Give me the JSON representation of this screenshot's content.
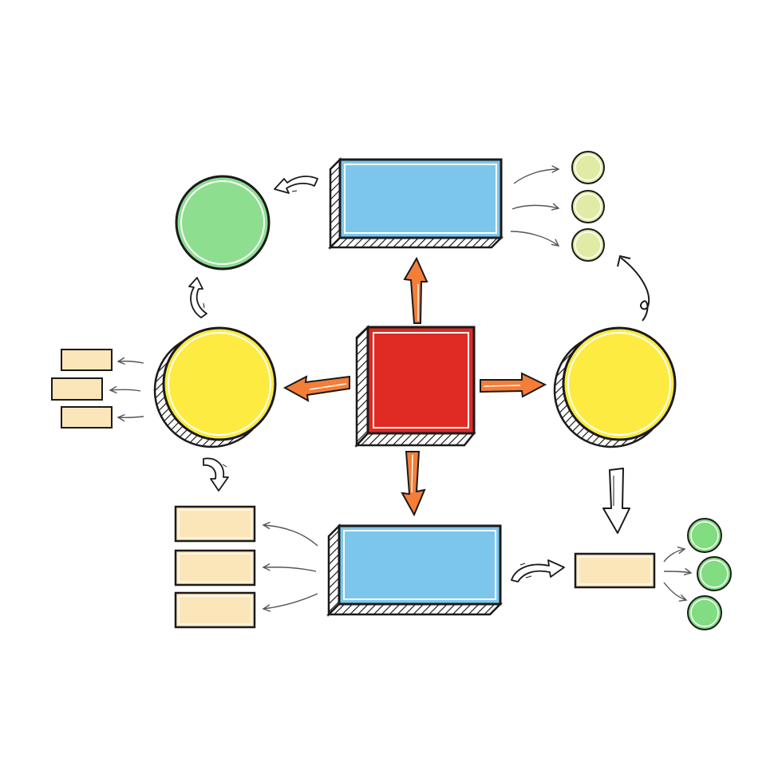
{
  "diagram": {
    "background": "#ffffff",
    "colors": {
      "center": "#e02a24",
      "box_blue": "#7cc6ec",
      "circle_yellow": "#fdeb42",
      "circle_green": "#8ddf8f",
      "small_circle_pale": "#e1eba6",
      "small_circle_green": "#82dc81",
      "note_box": "#fbe6ba",
      "arrow_orange": "#f47e38",
      "outline": "#1a1a1a"
    },
    "nodes": {
      "center": {
        "shape": "square"
      },
      "top": {
        "shape": "rectangle"
      },
      "bottom": {
        "shape": "rectangle"
      },
      "left": {
        "shape": "circle"
      },
      "right": {
        "shape": "circle"
      },
      "top_left": {
        "shape": "circle"
      },
      "top_right_group": {
        "count": 3,
        "shape": "circle"
      },
      "left_notes": {
        "count": 3,
        "shape": "rectangle"
      },
      "bottom_left_notes": {
        "count": 3,
        "shape": "rectangle"
      },
      "bottom_right_note": {
        "count": 1,
        "shape": "rectangle"
      },
      "bottom_right_group": {
        "count": 3,
        "shape": "circle"
      }
    }
  }
}
